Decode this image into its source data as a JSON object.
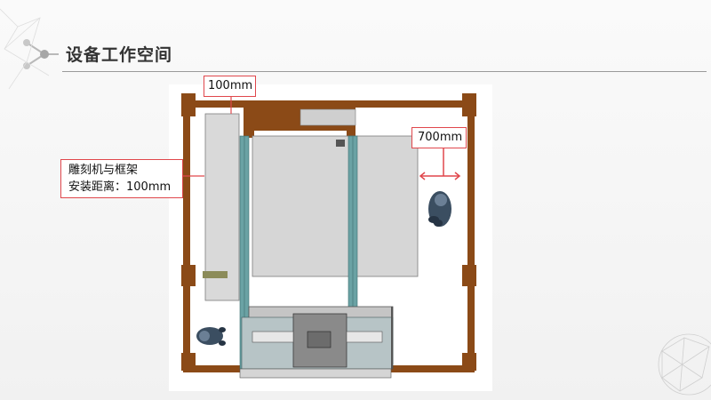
{
  "page": {
    "title": "设备工作空间"
  },
  "callouts": {
    "clearance_100": "100mm",
    "clearance_700": "700mm",
    "gap_line1": "雕刻机与框架",
    "gap_line2": "安装距离：100mm"
  },
  "colors": {
    "frame": "#8b4a17",
    "panel": "#dcdcdc",
    "rail": "#6aa2a4",
    "callout_border": "#e0474c",
    "title_rule": "#9a9a9a"
  },
  "icons": {
    "title_marker": "network-node-icon",
    "corner_decor": "polygon-mesh-icon"
  }
}
